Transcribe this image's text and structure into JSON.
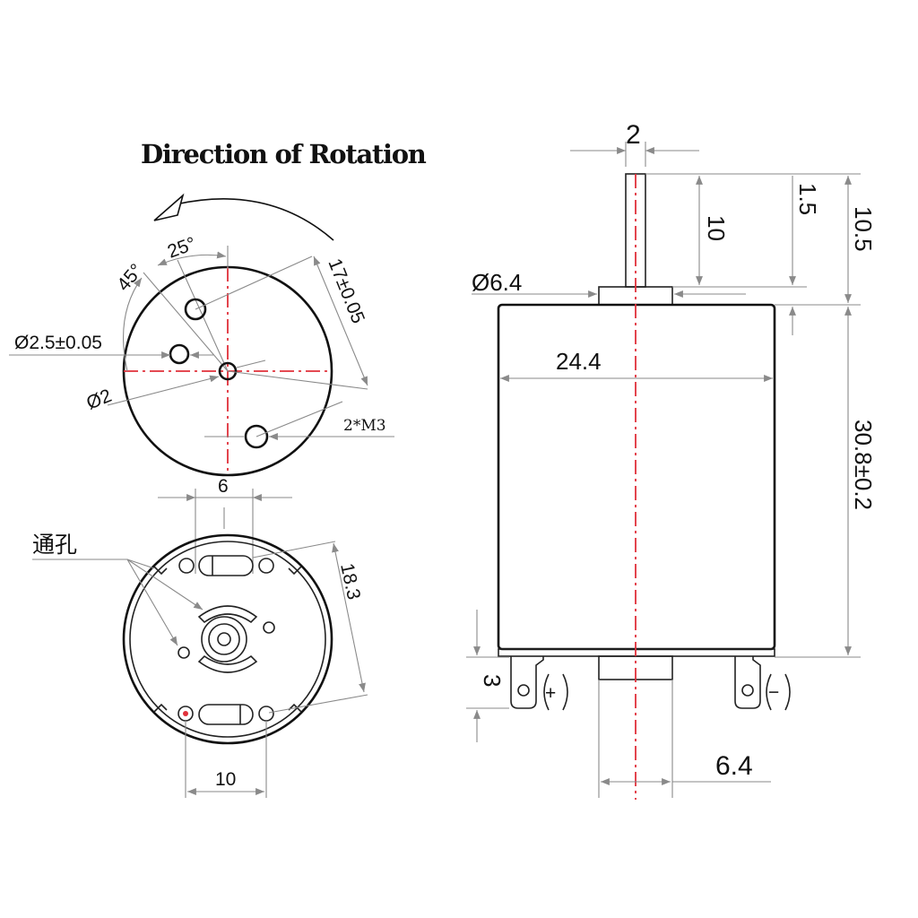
{
  "title": "Direction of Rotation",
  "front_view": {
    "angle_a": "45°",
    "angle_b": "25°",
    "mount_dia": "Ø2.5±0.05",
    "shaft_dia": "Ø2",
    "radius": "17±0.05",
    "thread": "2*M3",
    "tab_spacing": "6"
  },
  "rear_view": {
    "vent_label": "通孔",
    "height": "18.3",
    "width": "10"
  },
  "side_view": {
    "shaft_width": "2",
    "shaft_length": "10",
    "boss_height": "1.5",
    "total_top": "10.5",
    "boss_dia": "Ø6.4",
    "body_dia": "24.4",
    "body_length": "30.8±0.2",
    "terminal_height": "3",
    "bottom_boss": "6.4",
    "plus": "+",
    "minus": "−"
  }
}
